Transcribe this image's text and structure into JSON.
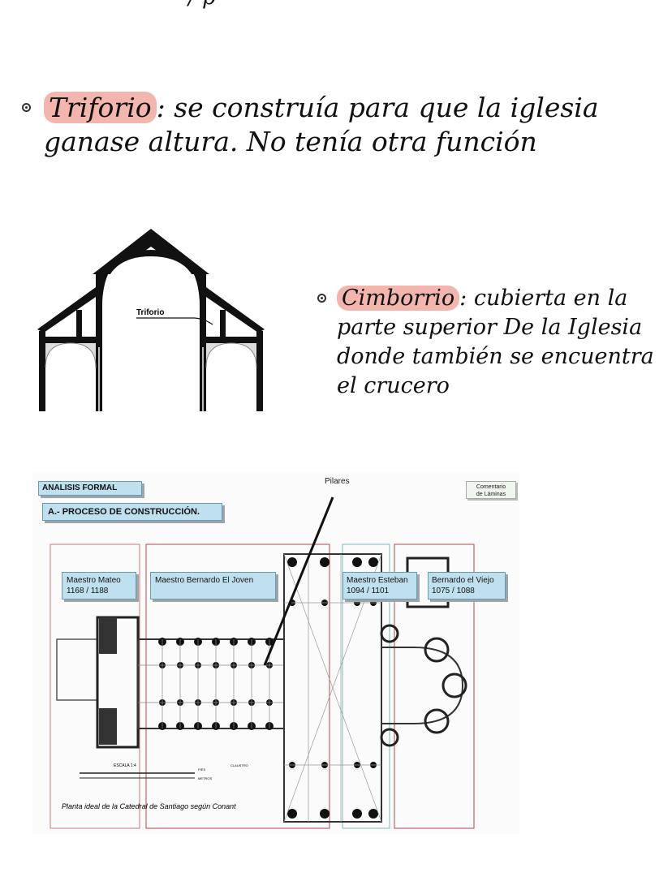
{
  "top_fragment": "/ p",
  "triforio_note": {
    "term": "Triforio",
    "rest": ": se construía para que la iglesia ganase altura. No tenía otra función"
  },
  "section_diagram": {
    "label": "Triforio"
  },
  "cimborrio_note": {
    "term": "Cimborrio",
    "rest": ": cubierta en la parte superior De la Iglesia donde también se encuentra el crucero"
  },
  "plan": {
    "pilares_label": "Pilares",
    "header_left": "ANALISIS FORMAL",
    "header_sub": "A.- PROCESO DE CONSTRUCCIÓN.",
    "corner_box_line1": "Comentario",
    "corner_box_line2": "de Láminas",
    "phases": [
      {
        "name": "Maestro Mateo",
        "dates": "1168 / 1188"
      },
      {
        "name": "Maestro Bernardo El Joven",
        "dates": ""
      },
      {
        "name": "Maestro Esteban",
        "dates": "1094 / 1101"
      },
      {
        "name": "Bernardo el Viejo",
        "dates": "1075 / 1088"
      }
    ],
    "scale_label": "ESCALA 1:4",
    "scale_units_1": "PIES",
    "scale_units_2": "METROS",
    "claustro_label": "CLAUSTRO",
    "caption": "Planta ideal de la Catedral de Santiago según Conant"
  }
}
